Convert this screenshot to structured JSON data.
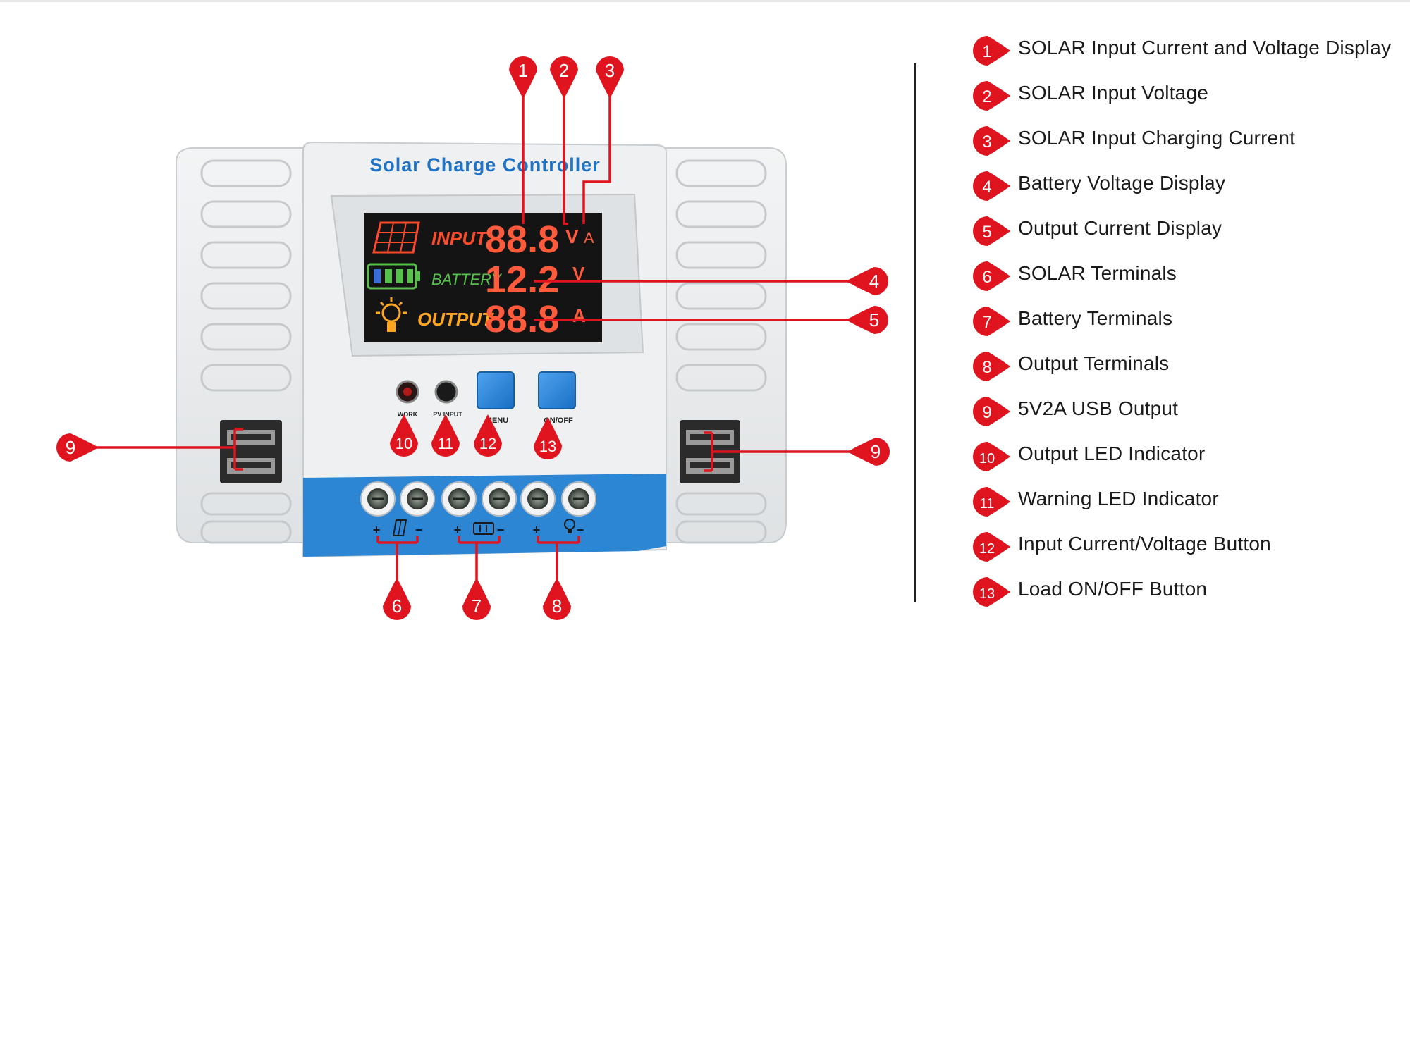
{
  "device": {
    "title": "Solar Charge Controller",
    "lcd": {
      "input_label": "INPUT",
      "battery_label": "BATTERY",
      "output_label": "OUTPUT",
      "input_reading": "88.8",
      "battery_reading": "12.2",
      "output_reading": "88.8",
      "unit_v": "V",
      "unit_a": "A",
      "battery_unit": "V",
      "output_unit": "A"
    },
    "indicators": {
      "work_label": "WORK",
      "pv_input_label": "PV INPUT",
      "menu_label": "MENU",
      "onoff_label": "ON/OFF"
    },
    "terminal_signs": [
      "+",
      "−",
      "+",
      "−",
      "+",
      "−"
    ]
  },
  "callouts": [
    "1",
    "2",
    "3",
    "4",
    "5",
    "6",
    "7",
    "8",
    "9",
    "9",
    "10",
    "11",
    "12",
    "13"
  ],
  "legend": [
    {
      "number": "1",
      "label": "SOLAR Input Current and Voltage Display"
    },
    {
      "number": "2",
      "label": "SOLAR Input Voltage"
    },
    {
      "number": "3",
      "label": "SOLAR Input Charging Current"
    },
    {
      "number": "4",
      "label": "Battery Voltage Display"
    },
    {
      "number": "5",
      "label": "Output Current Display"
    },
    {
      "number": "6",
      "label": "SOLAR Terminals"
    },
    {
      "number": "7",
      "label": "Battery Terminals"
    },
    {
      "number": "8",
      "label": "Output Terminals"
    },
    {
      "number": "9",
      "label": "5V2A USB Output"
    },
    {
      "number": "10",
      "label": "Output LED Indicator"
    },
    {
      "number": "11",
      "label": "Warning LED Indicator"
    },
    {
      "number": "12",
      "label": "Input Current/Voltage Button"
    },
    {
      "number": "13",
      "label": "Load ON/OFF Button"
    }
  ],
  "colors": {
    "callout_red": "#e0141e",
    "lcd_bg": "#141414",
    "lcd_digit": "#ff5a3c",
    "input_label": "#ff4a2a",
    "battery_label": "#57c24a",
    "output_label": "#ffa51e",
    "title_blue": "#1f72c4",
    "panel_blue": "#2d86d4",
    "casing": "#e9ebec"
  }
}
